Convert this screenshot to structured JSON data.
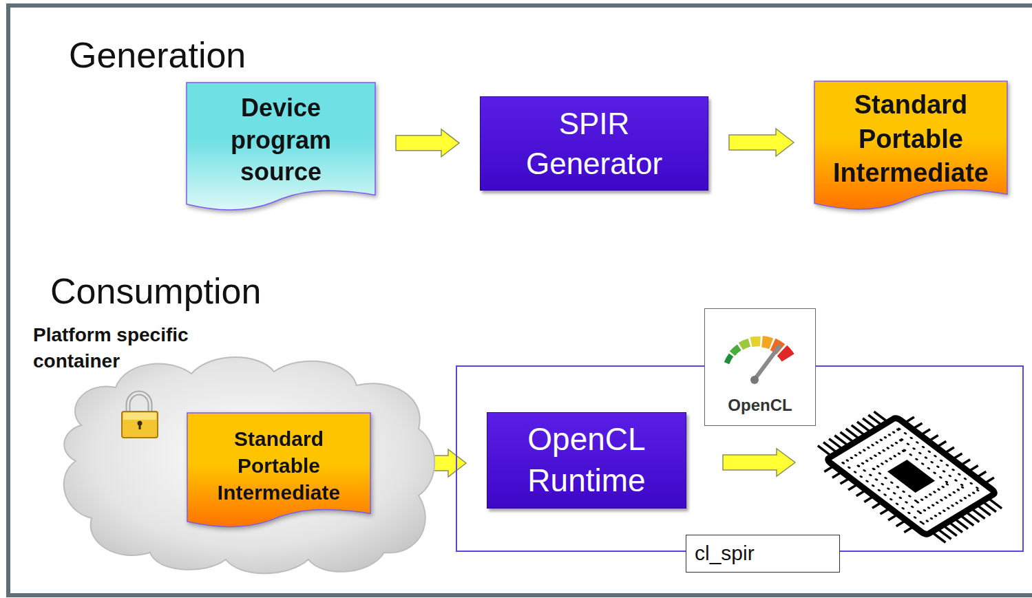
{
  "diagram": {
    "nodes": [
      {
        "text": [
          "Device program source"
        ]
      },
      {
        "text": [
          "SPIR Generator"
        ]
      },
      {
        "text": [
          "Standard Portable Intermediate"
        ]
      },
      {
        "text": [
          "Platform specific container"
        ]
      },
      {
        "text": [
          "Standard Portable Intermediate"
        ],
        "in": 3
      },
      {
        "text": [
          "cl_spir"
        ]
      },
      {
        "text": [
          "OpenCL Runtime"
        ],
        "in": 5
      },
      {
        "text": [
          "OpenCL"
        ],
        "in": 5
      }
    ],
    "edges": [
      {
        "from": 0,
        "to": 1,
        "arrow": "to"
      },
      {
        "from": 1,
        "to": 2,
        "arrow": "to"
      },
      {
        "from": 4,
        "to": 6,
        "arrow": "to"
      }
    ],
    "labels": [
      "Generation",
      "Consumption"
    ]
  }
}
